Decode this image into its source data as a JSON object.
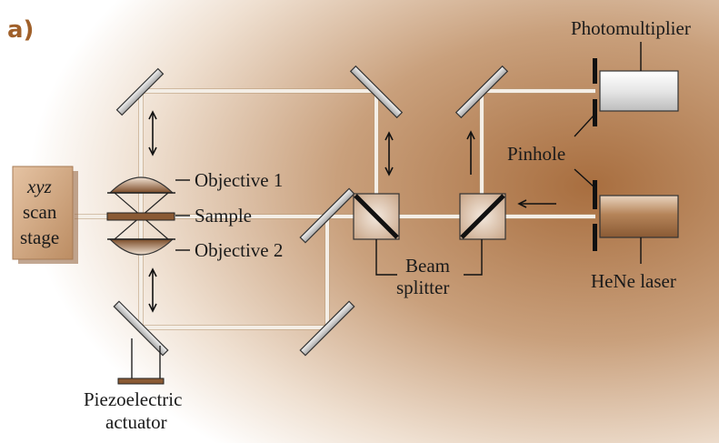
{
  "figure": {
    "panel_label": "a)",
    "colors": {
      "panel_label": "#a0602a",
      "background_glow": "#b58257",
      "beam": "#f4eee6",
      "mirror": "#d9d9d9",
      "laser_body": "#b98a60",
      "detector_body": "#e7e7e7",
      "stage_box": "#d2a57d"
    }
  },
  "components": {
    "photomultiplier": "Photomultiplier",
    "pinhole": "Pinhole",
    "hene_laser": "HeNe laser",
    "beam_splitter_line1": "Beam",
    "beam_splitter_line2": "splitter",
    "objective_1": "Objective 1",
    "sample": "Sample",
    "objective_2": "Objective 2",
    "stage_line1": "xyz",
    "stage_line2": "scan",
    "stage_line3": "stage",
    "piezo_line1": "Piezoelectric",
    "piezo_line2": "actuator"
  },
  "icons": [
    "mirror",
    "beam-splitter-cube",
    "objective-lens",
    "pinhole-plate",
    "laser-tube",
    "photomultiplier-tube",
    "double-arrow",
    "arrow"
  ]
}
